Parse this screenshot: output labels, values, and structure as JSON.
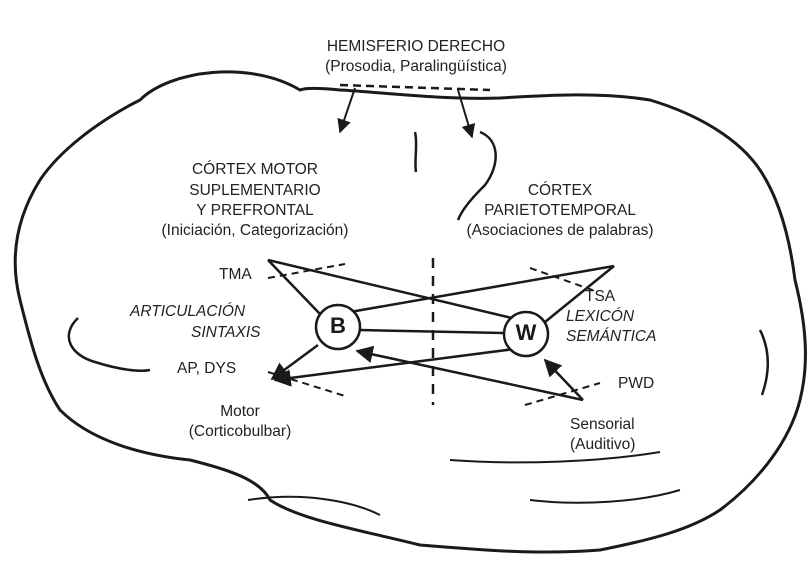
{
  "labels": {
    "hemisferio_title": "HEMISFERIO DERECHO",
    "hemisferio_sub": "(Prosodia, Paralingüística)",
    "motor_l1": "CÓRTEX MOTOR",
    "motor_l2": "SUPLEMENTARIO",
    "motor_l3": "Y PREFRONTAL",
    "motor_sub": "(Iniciación, Categorización)",
    "parietal_l1": "CÓRTEX",
    "parietal_l2": "PARIETOTEMPORAL",
    "parietal_sub": "(Asociaciones de palabras)",
    "tma": "TMA",
    "art_l1": "ARTICULACIÓN",
    "art_l2": "SINTAXIS",
    "ap_dys": "AP, DYS",
    "motor_out_l1": "Motor",
    "motor_out_l2": "(Corticobulbar)",
    "tsa": "TSA",
    "lex_l1": "LEXICÓN",
    "lex_l2": "SEMÁNTICA",
    "pwd": "PWD",
    "sens_l1": "Sensorial",
    "sens_l2": "(Auditivo)"
  },
  "nodes": {
    "b_letter": "B",
    "w_letter": "W"
  },
  "colors": {
    "ink": "#1a1a1a",
    "background": "#ffffff"
  }
}
